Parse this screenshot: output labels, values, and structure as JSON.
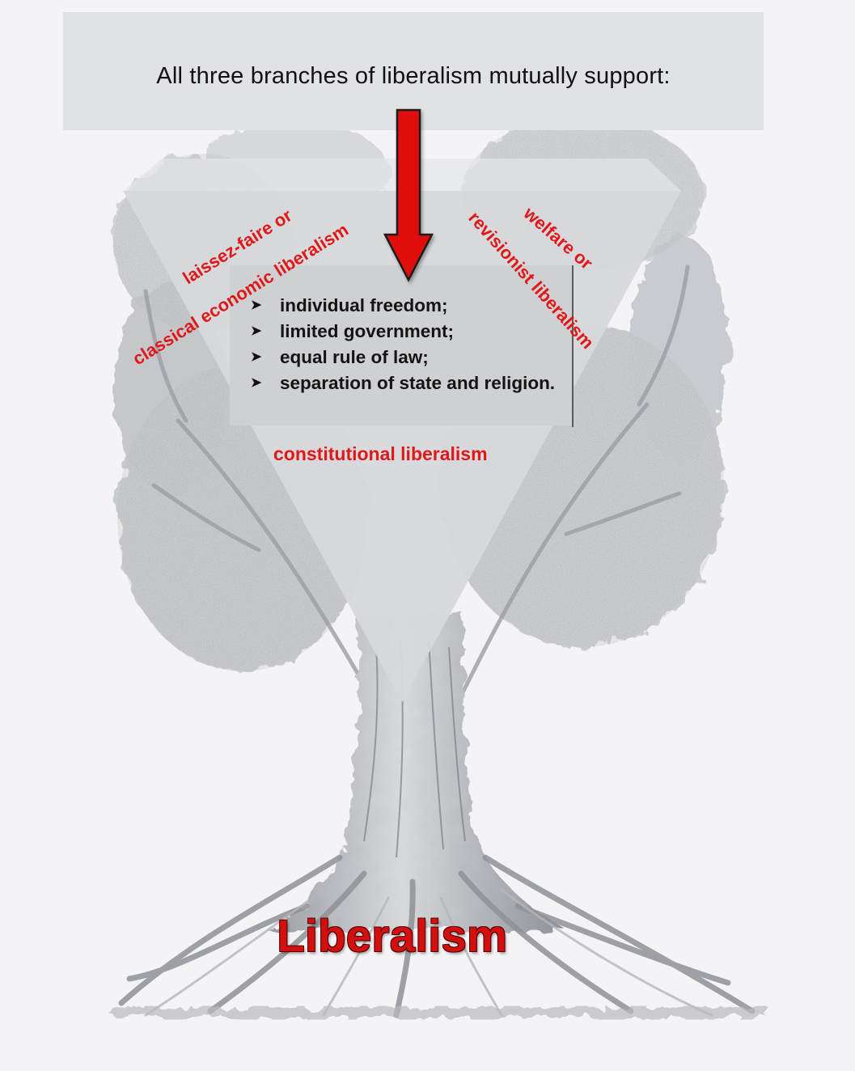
{
  "header": {
    "text": "All three branches of liberalism mutually support:"
  },
  "branches": {
    "left_line1": "laissez-faire or",
    "left_line2": "classical economic liberalism",
    "right_line1": "welfare or",
    "right_line2": "revisionist liberalism",
    "center": "constitutional liberalism"
  },
  "principles": [
    "individual freedom;",
    "limited government;",
    "equal rule of law;",
    "separation of state and religion."
  ],
  "title": "Liberalism",
  "colors": {
    "accent_red": "#e01818",
    "arrow_red": "#e01010",
    "header_bg": "#e1e2e5",
    "triangle_fill": "#d6d8dc",
    "box_fill": "#cfd0d3",
    "tree_gray": "#8a8d92"
  }
}
